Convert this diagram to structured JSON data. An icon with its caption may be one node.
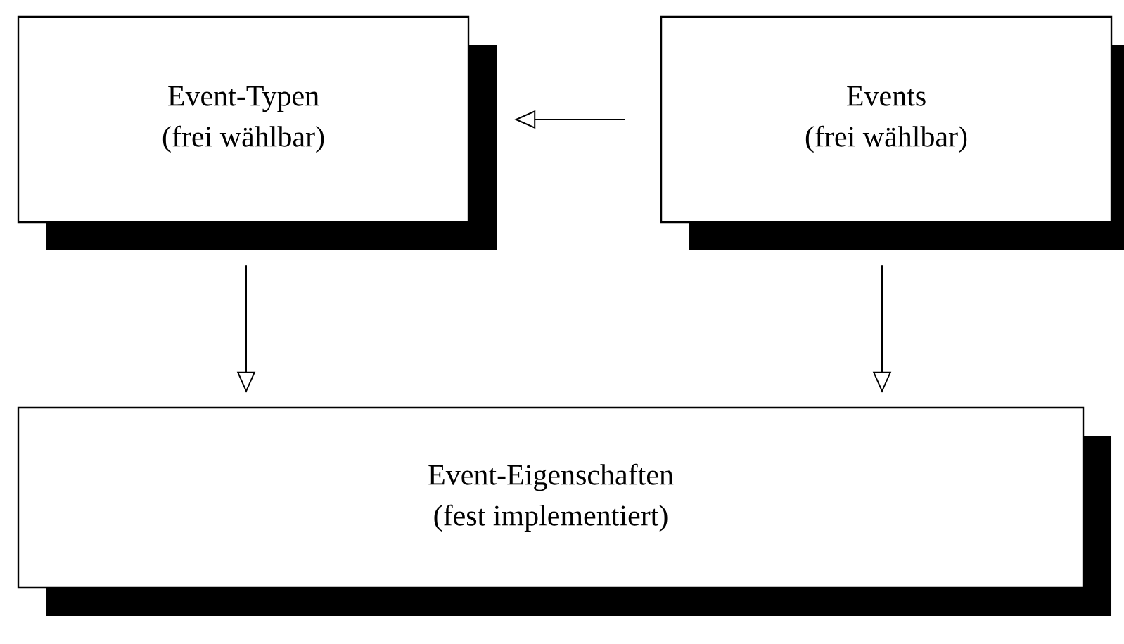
{
  "diagram": {
    "nodes": [
      {
        "text": [
          "Event-Typen",
          "(frei wählbar)"
        ]
      },
      {
        "text": [
          "Events",
          "(frei wählbar)"
        ]
      },
      {
        "text": [
          "Event-Eigenschaften",
          "(fest implementiert)"
        ]
      }
    ],
    "edges": [
      {
        "from": 1,
        "to": 0,
        "arrow": "to"
      },
      {
        "from": 0,
        "to": 2,
        "arrow": "to"
      },
      {
        "from": 1,
        "to": 2,
        "arrow": "to"
      }
    ]
  }
}
